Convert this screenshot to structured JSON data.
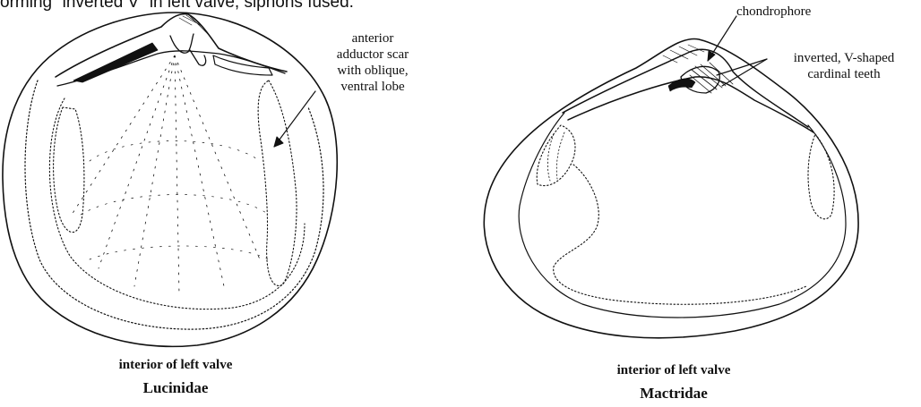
{
  "top_text": "orming “inverted V” in left valve, siphons fused.",
  "lucinidae": {
    "callout": [
      "anterior",
      "adductor scar",
      "with oblique,",
      "ventral lobe"
    ],
    "caption": "interior of left valve",
    "family": "Lucinidae"
  },
  "mactridae": {
    "callout_chondrophore": "chondrophore",
    "callout_teeth": [
      "inverted, V-shaped",
      "cardinal teeth"
    ],
    "caption": "interior of left valve",
    "family": "Mactridae"
  },
  "colors": {
    "ink": "#111111",
    "background": "#ffffff"
  }
}
